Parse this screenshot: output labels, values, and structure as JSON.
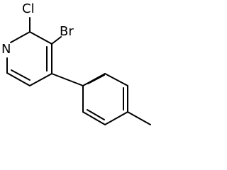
{
  "molecule": {
    "atoms": {
      "n": "N",
      "cl": "Cl",
      "br": "Br"
    }
  },
  "colors": {
    "bond": "#000000",
    "label": "#000000",
    "background": "#ffffff"
  }
}
